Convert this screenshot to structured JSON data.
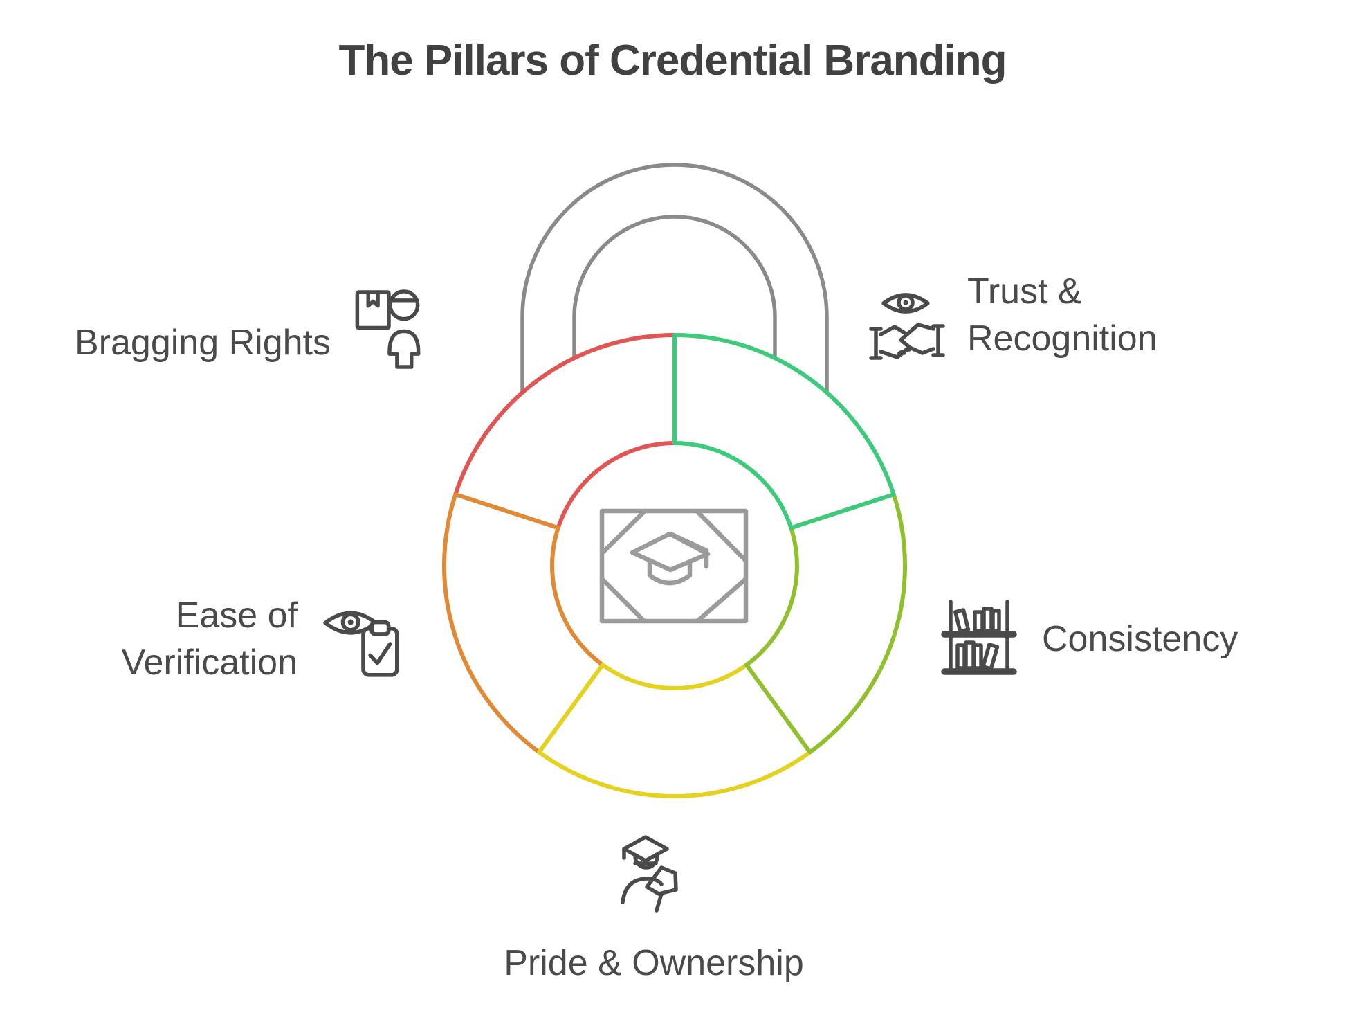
{
  "title": "The Pillars of Credential Branding",
  "colors": {
    "background": "#ffffff",
    "title": "#414141",
    "text": "#4a4a4a",
    "icon": "#4a4a4a",
    "shackle": "#8a8a8a",
    "emblem": "#9b9b9b"
  },
  "center_emblem": "graduation-cap-badge",
  "pillars": [
    {
      "id": "bragging-rights",
      "label": "Bragging Rights",
      "color": "#e25555",
      "icon": "package-person-icon",
      "position": "top-left"
    },
    {
      "id": "trust-recognition",
      "label": "Trust & Recognition",
      "color": "#3eca7b",
      "icon": "eye-handshake-icon",
      "position": "top-right"
    },
    {
      "id": "consistency",
      "label": "Consistency",
      "color": "#90c02e",
      "icon": "bookshelf-icon",
      "position": "right"
    },
    {
      "id": "pride-ownership",
      "label": "Pride & Ownership",
      "color": "#e5d21e",
      "icon": "graduate-flag-icon",
      "position": "bottom"
    },
    {
      "id": "ease-verification",
      "label": "Ease of Verification",
      "color": "#e08a35",
      "icon": "eye-clipboard-icon",
      "position": "left"
    }
  ]
}
